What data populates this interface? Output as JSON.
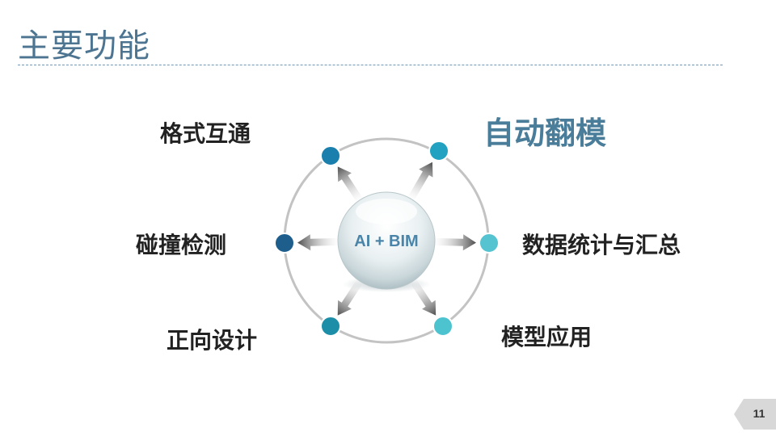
{
  "slide": {
    "title": "主要功能",
    "page_number": "11"
  },
  "diagram": {
    "center_label": "AI + BIM",
    "features": [
      {
        "id": "format",
        "label": "格式互通",
        "color": "#1a7fad"
      },
      {
        "id": "auto",
        "label": "自动翻模",
        "color": "#22a2c0",
        "highlighted": true
      },
      {
        "id": "collision",
        "label": "碰撞检测",
        "color": "#1e5e8c"
      },
      {
        "id": "stats",
        "label": "数据统计与汇总",
        "color": "#56c3d0"
      },
      {
        "id": "forward",
        "label": "正向设计",
        "color": "#1d8ea8"
      },
      {
        "id": "model",
        "label": "模型应用",
        "color": "#4ec3d0"
      }
    ]
  }
}
